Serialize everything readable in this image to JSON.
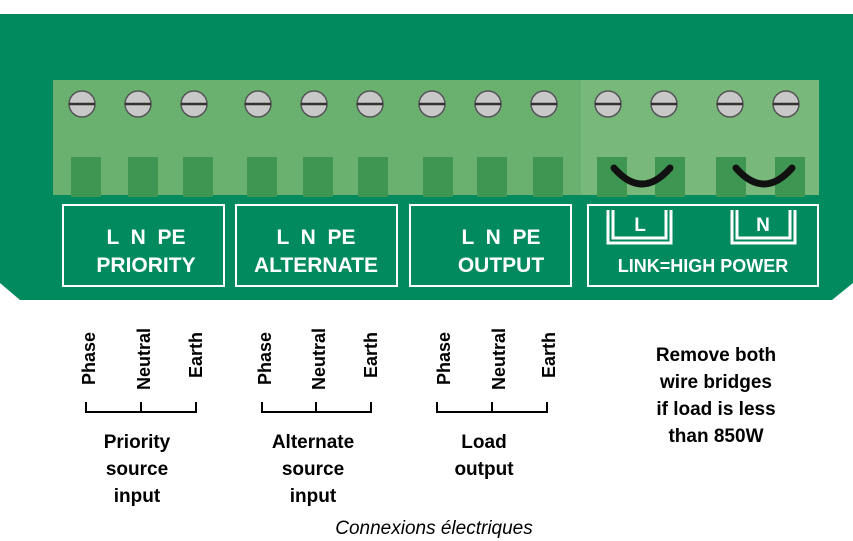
{
  "groups": [
    {
      "terminals": "L  N  PE",
      "name": "PRIORITY",
      "wires": [
        "Phase",
        "Neutral",
        "Earth"
      ],
      "description": [
        "Priority",
        "source",
        "input"
      ]
    },
    {
      "terminals": "L  N  PE",
      "name": "ALTERNATE",
      "wires": [
        "Phase",
        "Neutral",
        "Earth"
      ],
      "description": [
        "Alternate",
        "source",
        "input"
      ]
    },
    {
      "terminals": "L  N  PE",
      "name": "OUTPUT",
      "wires": [
        "Phase",
        "Neutral",
        "Earth"
      ],
      "description": [
        "Load",
        "output"
      ]
    }
  ],
  "link": {
    "left_label": "L",
    "right_label": "N",
    "name": "LINK=HIGH POWER"
  },
  "note": [
    "Remove both",
    "wire bridges",
    "if load is less",
    "than 850W"
  ],
  "caption": "Connexions électriques",
  "colors": {
    "board": "#008a5e",
    "terminal_strip": "#6ab06f",
    "link_strip": "#78b87a",
    "slot": "#3f9552",
    "screw": "#c8c8c8"
  }
}
